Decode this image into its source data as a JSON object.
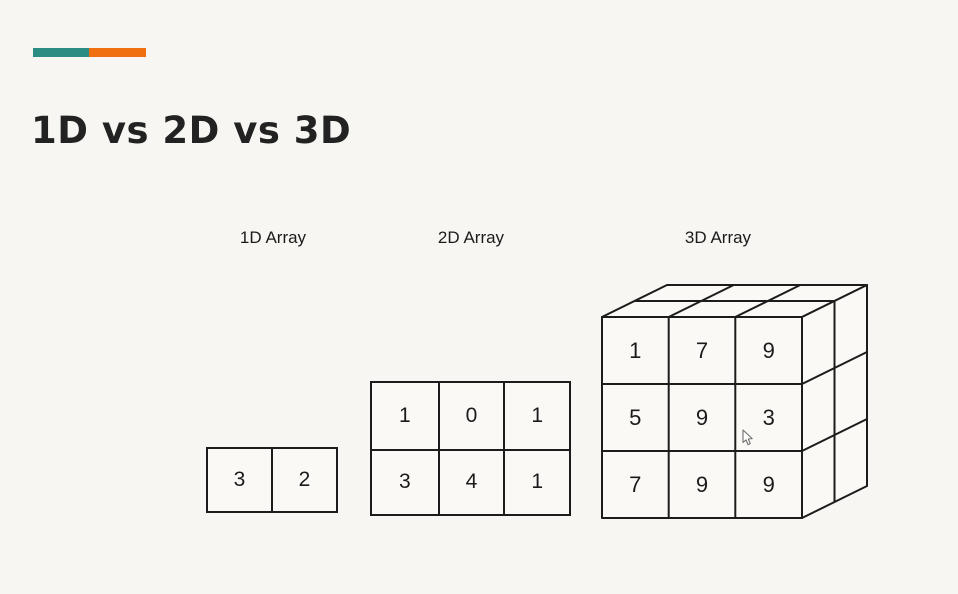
{
  "slide": {
    "title": "1D vs 2D vs 3D",
    "accent_bar": {
      "teal": "#2B8C84",
      "orange": "#F0700F"
    },
    "background": "#F7F6F2",
    "line_color": "#1C1C1C"
  },
  "diagrams": {
    "one_d": {
      "label": "1D Array",
      "cells": [
        "3",
        "2"
      ]
    },
    "two_d": {
      "label": "2D Array",
      "rows": [
        [
          "1",
          "0",
          "1"
        ],
        [
          "3",
          "4",
          "1"
        ]
      ]
    },
    "three_d": {
      "label": "3D Array",
      "front_rows": [
        [
          "1",
          "7",
          "9"
        ],
        [
          "5",
          "9",
          "3"
        ],
        [
          "7",
          "9",
          "9"
        ]
      ],
      "visible_depth_layers": 2
    }
  }
}
